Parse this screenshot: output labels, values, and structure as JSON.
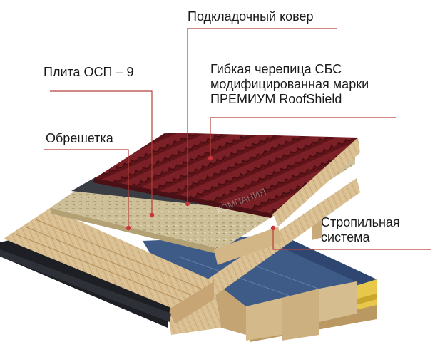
{
  "labels": {
    "underlay": "Подкладочный ковер",
    "osb": "Плита ОСП – 9",
    "shingles": {
      "line1": "Гибкая черепица СБС",
      "line2": "модифицированная марки",
      "line3": "ПРЕМИУМ RoofShield"
    },
    "battens": "Обрешетка",
    "rafters": {
      "line1": "Стропильная",
      "line2": "система"
    }
  },
  "watermark": "КОМПАНИЯ",
  "colors": {
    "leader_line": "#b5423b",
    "marker": "#c9353a",
    "shingle": "#6e1a1f",
    "underlay": "#3a3d44",
    "osb": "#cdbf98",
    "wood": "#d8be90",
    "roof_panel": "#3e5a86",
    "insulation": "#e8c84a"
  }
}
